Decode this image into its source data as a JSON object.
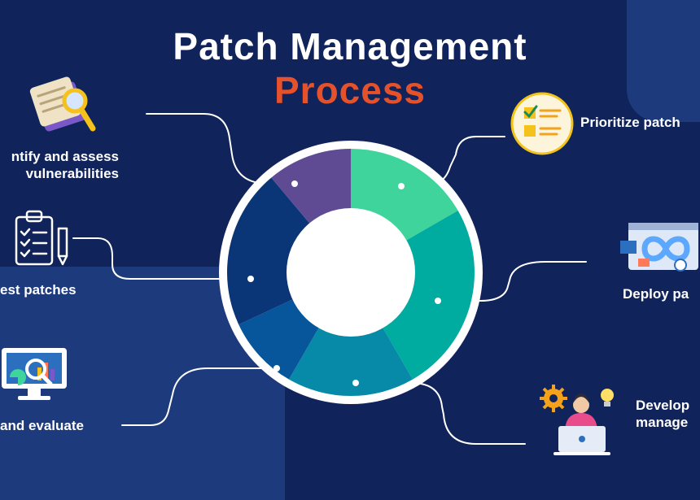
{
  "title": {
    "line1": "Patch Management",
    "line2": "Process"
  },
  "steps": [
    {
      "label_lines": [
        "ntify and assess",
        "vulnerabilities"
      ],
      "icon": "document-search-icon"
    },
    {
      "label_lines": [
        "est patches"
      ],
      "icon": "clipboard-checklist-icon"
    },
    {
      "label_lines": [
        "and evaluate"
      ],
      "icon": "monitor-analytics-icon"
    },
    {
      "label_lines": [
        "Prioritize patch"
      ],
      "icon": "checklist-badge-icon"
    },
    {
      "label_lines": [
        "Deploy pa"
      ],
      "icon": "devops-infinity-icon"
    },
    {
      "label_lines": [
        "Develop",
        "manage"
      ],
      "icon": "developer-laptop-icon"
    }
  ],
  "colors": {
    "background": "#10235a",
    "panel": "#1d3a7c",
    "title_primary": "#ffffff",
    "title_accent": "#e5512a",
    "segments": [
      "#3ed49b",
      "#00ab9f",
      "#068aa7",
      "#07559a",
      "#0a3577",
      "#5e4b94"
    ]
  }
}
